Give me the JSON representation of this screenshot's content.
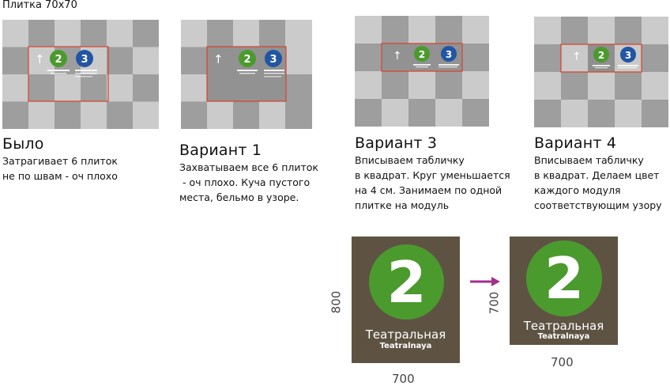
{
  "top_caption": "Плитка 70х70",
  "variants": [
    {
      "title": "Было",
      "desc": [
        "Затрагивает 6 плиток",
        "не по швам - оч плохо"
      ]
    },
    {
      "title": "Вариант 1",
      "desc": [
        "Захватываем все 6 плиток",
        " - оч плохо. Куча пустого",
        "места, бельмо в узоре."
      ]
    },
    {
      "title": "Вариант 3",
      "desc": [
        "Вписываем табличку",
        "в квадрат. Круг уменьшается",
        "на 4 см. Занимаем по одной",
        "плитке на модуль"
      ]
    },
    {
      "title": "Вариант 4",
      "desc": [
        "Вписываем табличку",
        "в квадрат. Делаем цвет",
        "каждого модуля",
        "соответствующим узору"
      ]
    }
  ],
  "mini_sign": {
    "arrow": "↑",
    "line_green": "2",
    "line_blue": "3",
    "caption_green": "Театральная",
    "caption_blue": "Площадь Революции"
  },
  "big_sign": {
    "number": "2",
    "name": "Театральная",
    "name_latin": "Teatralnaya",
    "height_label": "800",
    "width_label": "700"
  },
  "small_sign": {
    "number": "2",
    "name": "Театральная",
    "name_latin": "Teatralnaya",
    "height_label": "700",
    "width_label": "700"
  },
  "colors": {
    "board": "#5e5343",
    "line_green": "#4b9a2e",
    "line_blue": "#2255a4",
    "highlight": "#d9412a",
    "arrow": "#a3308f"
  }
}
